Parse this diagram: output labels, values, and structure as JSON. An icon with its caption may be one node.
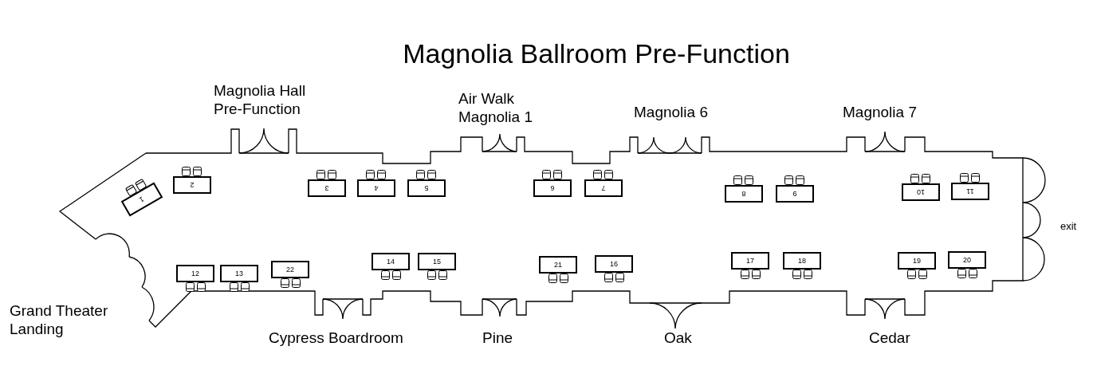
{
  "diagram": {
    "title": "Magnolia Ballroom Pre-Function",
    "nodes": [
      {
        "text": [
          "1"
        ]
      },
      {
        "text": [
          "2"
        ]
      },
      {
        "text": [
          "3"
        ]
      },
      {
        "text": [
          "4"
        ]
      },
      {
        "text": [
          "5"
        ]
      },
      {
        "text": [
          "6"
        ]
      },
      {
        "text": [
          "7"
        ]
      },
      {
        "text": [
          "8"
        ]
      },
      {
        "text": [
          "9"
        ]
      },
      {
        "text": [
          "10"
        ]
      },
      {
        "text": [
          "11"
        ]
      },
      {
        "text": [
          "12"
        ]
      },
      {
        "text": [
          "13"
        ]
      },
      {
        "text": [
          "22"
        ]
      },
      {
        "text": [
          "14"
        ]
      },
      {
        "text": [
          "15"
        ]
      },
      {
        "text": [
          "21"
        ]
      },
      {
        "text": [
          "16"
        ]
      },
      {
        "text": [
          "17"
        ]
      },
      {
        "text": [
          "18"
        ]
      },
      {
        "text": [
          "19"
        ]
      },
      {
        "text": [
          "20"
        ]
      }
    ],
    "edges": [],
    "labels": [
      "Magnolia Hall Pre-Function",
      "Air Walk Magnolia 1",
      "Magnolia 6",
      "Magnolia 7",
      "exit",
      "Grand Theater Landing",
      "Cypress Boardroom",
      "Pine",
      "Oak",
      "Cedar"
    ]
  }
}
